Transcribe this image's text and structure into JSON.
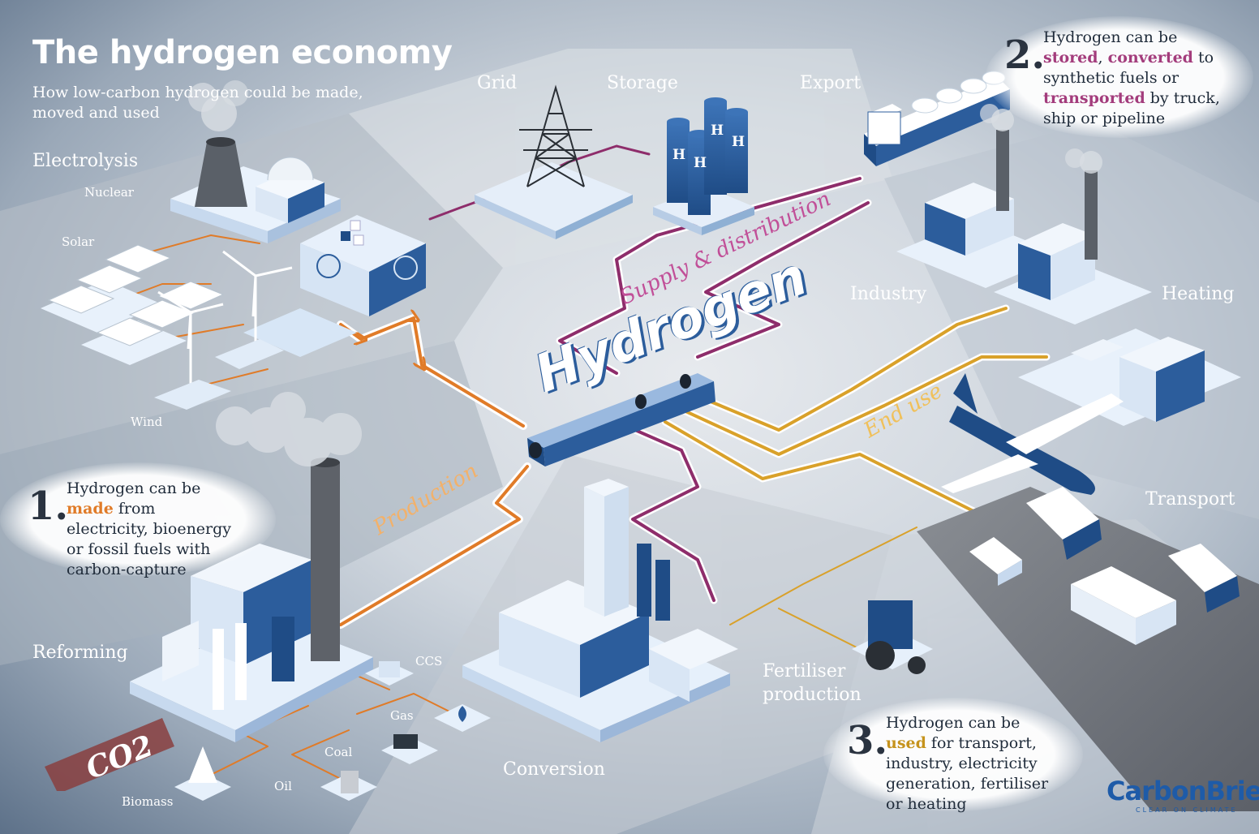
{
  "title": "The hydrogen economy",
  "subtitle": "How low-carbon hydrogen could be made, moved and used",
  "sections": {
    "electrolysis": "Electrolysis",
    "reforming": "Reforming",
    "conversion": "Conversion",
    "fertiliser": "Fertiliser production",
    "grid": "Grid",
    "storage": "Storage",
    "export": "Export",
    "industry": "Industry",
    "heating": "Heating",
    "transport": "Transport"
  },
  "sources": {
    "nuclear": "Nuclear",
    "solar": "Solar",
    "wind": "Wind",
    "ccs": "CCS",
    "gas": "Gas",
    "coal": "Coal",
    "oil": "Oil",
    "biomass": "Biomass"
  },
  "flows": {
    "production": "Production",
    "supply": "Supply & distribution",
    "end_use": "End use",
    "hub": "Hydrogen",
    "co2": "CO2"
  },
  "callouts": {
    "c1": {
      "num": "1.",
      "pre": "Hydrogen can be ",
      "highlight": "made",
      "post": " from electricity, bioenergy or fossil fuels with carbon-capture"
    },
    "c2": {
      "num": "2.",
      "pre": "Hydrogen can be ",
      "h1": "stored",
      "mid1": ", ",
      "h2": "converted",
      "mid2": " to synthetic fuels or ",
      "h3": "transported",
      "post": " by truck, ship or pipeline"
    },
    "c3": {
      "num": "3.",
      "pre": "Hydrogen can be ",
      "highlight": "used",
      "post": " for transport, industry, electricity generation, fertiliser or heating"
    }
  },
  "storage_tank_label": "H",
  "brand": {
    "name": "CarbonBrief",
    "tagline": "CLEAR ON CLIMATE"
  },
  "colors": {
    "production": "#e07b28",
    "supply": "#8e2d6b",
    "end_use": "#d9a12a",
    "building": "#2c5d9c",
    "brand": "#1e5ba8"
  }
}
